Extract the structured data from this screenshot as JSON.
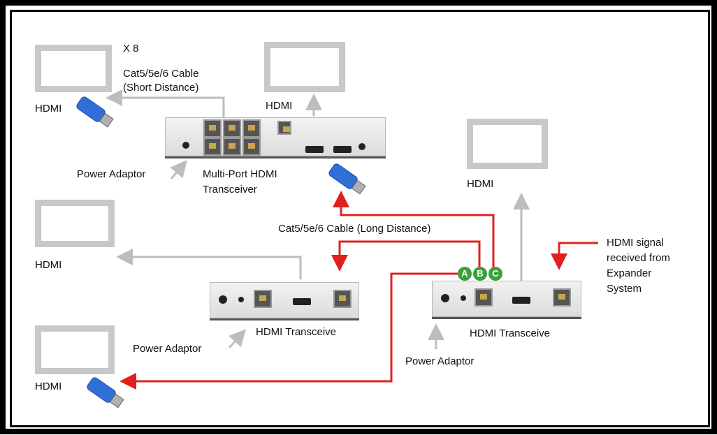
{
  "labels": {
    "x8": "X 8",
    "cable_short_1": "Cat5/5e/6 Cable",
    "cable_short_2": "(Short Distance)",
    "hdmi": "HDMI",
    "power_adaptor": "Power Adaptor",
    "multiport_1": "Multi-Port HDMI",
    "multiport_2": "Transceiver",
    "cable_long": "Cat5/5e/6 Cable (Long Distance)",
    "transceive": "HDMI Transceive",
    "signal_1": "HDMI signal",
    "signal_2": "received from",
    "signal_3": "Expander",
    "signal_4": "System"
  },
  "badges": [
    "A",
    "B",
    "C"
  ],
  "colors": {
    "arrow_red": "#e02020",
    "arrow_gray": "#bdbdbd",
    "monitor_frame": "#c8c8c8",
    "badge_green": "#3aa13a",
    "dongle_blue": "#2f6fd6"
  },
  "icons": {
    "dongle": "hdmi-extender-dongle-icon",
    "monitor": "monitor-icon"
  }
}
